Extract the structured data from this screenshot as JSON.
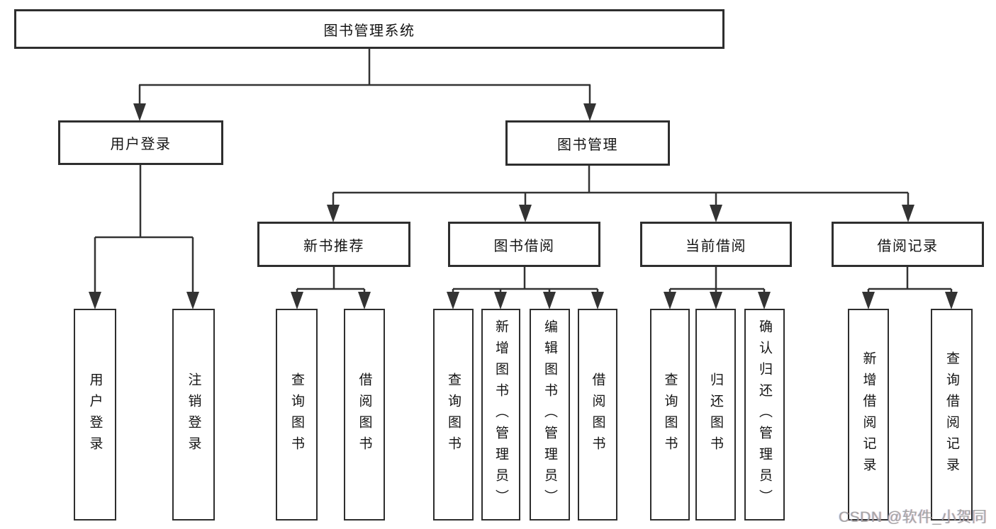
{
  "colors": {
    "line": "#333333",
    "box_border": "#2e2e2e",
    "text": "#141414",
    "watermark": "#a5a5a5",
    "background": "#ffffff"
  },
  "tree": {
    "root": {
      "label": "图书管理系统"
    },
    "user_login": {
      "label": "用户登录",
      "children": [
        {
          "label": "用户登录"
        },
        {
          "label": "注销登录"
        }
      ]
    },
    "book_mgmt": {
      "label": "图书管理",
      "groups": [
        {
          "label": "新书推荐",
          "children": [
            {
              "label": "查询图书"
            },
            {
              "label": "借阅图书"
            }
          ]
        },
        {
          "label": "图书借阅",
          "children": [
            {
              "label": "查询图书"
            },
            {
              "label": "新增图书（管理员）"
            },
            {
              "label": "编辑图书（管理员）"
            },
            {
              "label": "借阅图书"
            }
          ]
        },
        {
          "label": "当前借阅",
          "children": [
            {
              "label": "查询图书"
            },
            {
              "label": "归还图书"
            },
            {
              "label": "确认归还（管理员）"
            }
          ]
        },
        {
          "label": "借阅记录",
          "children": [
            {
              "label": "新增借阅记录"
            },
            {
              "label": "查询借阅记录"
            }
          ]
        }
      ]
    }
  },
  "watermark": {
    "text": "CSDN @软件_小贺同学"
  }
}
